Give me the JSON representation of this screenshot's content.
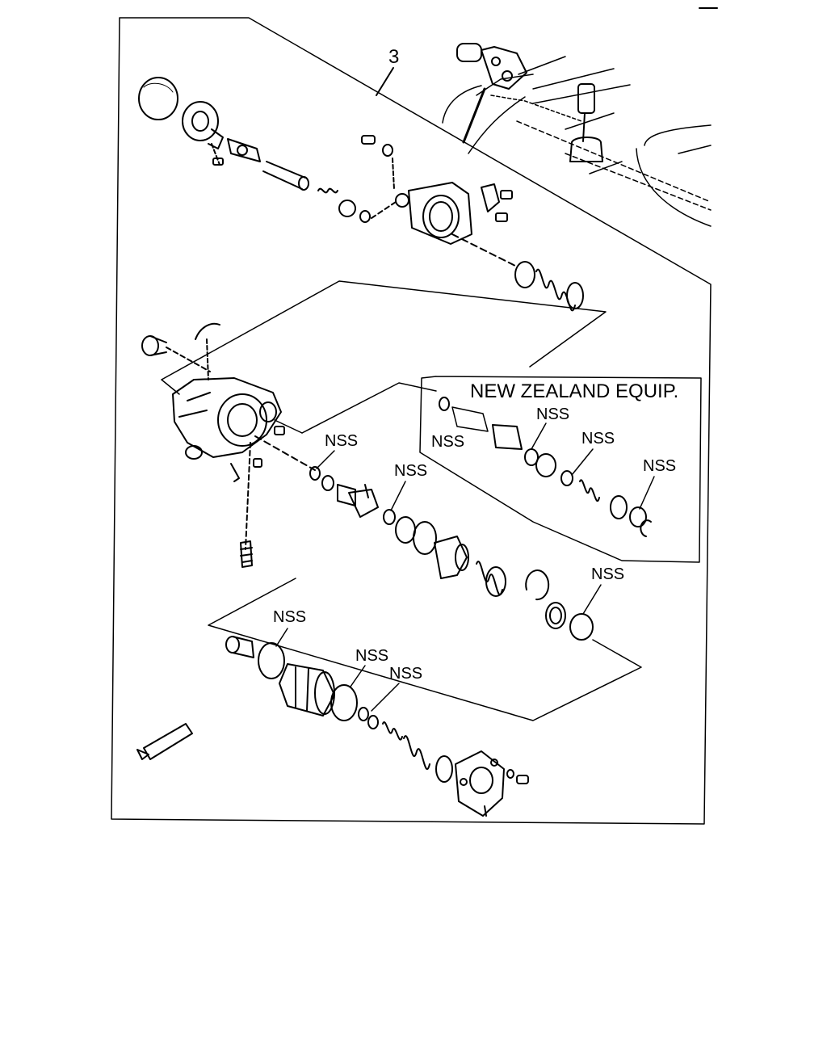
{
  "diagram": {
    "callout_number": "3",
    "inset_title": "NEW ZEALAND EQUIP.",
    "nss_label": "NSS"
  },
  "colors": {
    "ink": "#000000",
    "paper": "#ffffff"
  },
  "icons": [
    "shift-knob-icon",
    "transmission-housing-icon",
    "spring-icon",
    "o-ring-icon",
    "sealant-tube-icon",
    "bolt-icon",
    "piston-icon",
    "end-cap-icon"
  ]
}
